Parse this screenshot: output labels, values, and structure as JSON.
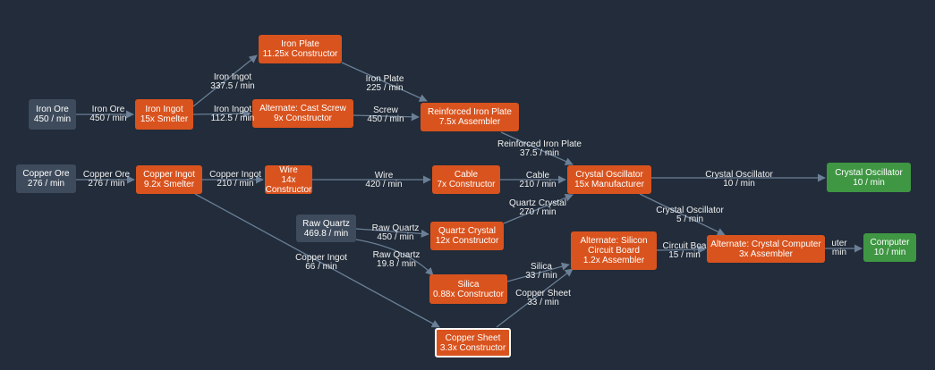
{
  "nodes": {
    "iron_ore": {
      "title": "Iron Ore",
      "sub": "450 / min"
    },
    "iron_ingot": {
      "title": "Iron Ingot",
      "sub": "15x Smelter"
    },
    "iron_plate": {
      "title": "Iron Plate",
      "sub": "11.25x Constructor"
    },
    "cast_screw": {
      "title": "Alternate: Cast Screw",
      "sub": "9x Constructor"
    },
    "reinforced_plate": {
      "title": "Reinforced Iron Plate",
      "sub": "7.5x Assembler"
    },
    "copper_ore": {
      "title": "Copper Ore",
      "sub": "276 / min"
    },
    "copper_ingot": {
      "title": "Copper Ingot",
      "sub": "9.2x Smelter"
    },
    "wire": {
      "title": "Wire",
      "sub": "14x Constructor"
    },
    "cable": {
      "title": "Cable",
      "sub": "7x Constructor"
    },
    "crystal_osc": {
      "title": "Crystal Oscillator",
      "sub": "15x Manufacturer"
    },
    "crystal_osc_out": {
      "title": "Crystal Oscillator",
      "sub": "10 / min"
    },
    "raw_quartz": {
      "title": "Raw Quartz",
      "sub": "469.8 / min"
    },
    "quartz_crystal": {
      "title": "Quartz Crystal",
      "sub": "12x Constructor"
    },
    "silica": {
      "title": "Silica",
      "sub": "0.88x Constructor"
    },
    "silicon_board": {
      "title": "Alternate: Silicon Circuit Board",
      "sub": "1.2x Assembler"
    },
    "crystal_computer": {
      "title": "Alternate: Crystal Computer",
      "sub": "3x Assembler"
    },
    "computer_out": {
      "title": "Computer",
      "sub": "10 / min"
    },
    "copper_sheet": {
      "title": "Copper Sheet",
      "sub": "3.3x Constructor"
    }
  },
  "edges": {
    "iron_ore_ingot": {
      "item": "Iron Ore",
      "rate": "450 / min"
    },
    "ingot_plate": {
      "item": "Iron Ingot",
      "rate": "337.5 / min"
    },
    "ingot_screw": {
      "item": "Iron Ingot",
      "rate": "112.5 / min"
    },
    "plate_reinforced": {
      "item": "Iron Plate",
      "rate": "225 / min"
    },
    "screw_reinforced": {
      "item": "Screw",
      "rate": "450 / min"
    },
    "reinforced_osc": {
      "item": "Reinforced Iron Plate",
      "rate": "37.5 / min"
    },
    "copper_ore_ingot": {
      "item": "Copper Ore",
      "rate": "276 / min"
    },
    "ingot_wire": {
      "item": "Copper Ingot",
      "rate": "210 / min"
    },
    "wire_cable": {
      "item": "Wire",
      "rate": "420 / min"
    },
    "cable_osc": {
      "item": "Cable",
      "rate": "210 / min"
    },
    "osc_out": {
      "item": "Crystal Oscillator",
      "rate": "10 / min"
    },
    "quartz_crystal_edge": {
      "item": "Raw Quartz",
      "rate": "450 / min"
    },
    "qcrystal_osc": {
      "item": "Quartz Crystal",
      "rate": "270 / min"
    },
    "osc_computer": {
      "item": "Crystal Oscillator",
      "rate": "5 / min"
    },
    "quartz_silica": {
      "item": "Raw Quartz",
      "rate": "19.8 / min"
    },
    "silica_board": {
      "item": "Silica",
      "rate": "33 / min"
    },
    "board_computer": {
      "item": "Circuit Boa",
      "rate": "15 / min"
    },
    "computer_out": {
      "item": "uter",
      "rate": "min"
    },
    "ingot_sheet": {
      "item": "Copper Ingot",
      "rate": "66 / min"
    },
    "sheet_board": {
      "item": "Copper Sheet",
      "rate": "33 / min"
    }
  },
  "colors": {
    "background": "#222c3a",
    "resource": "#3e4b5c",
    "recipe": "#d9531e",
    "output": "#3f9643",
    "edge": "#6b7f96",
    "text": "#ffffff"
  }
}
